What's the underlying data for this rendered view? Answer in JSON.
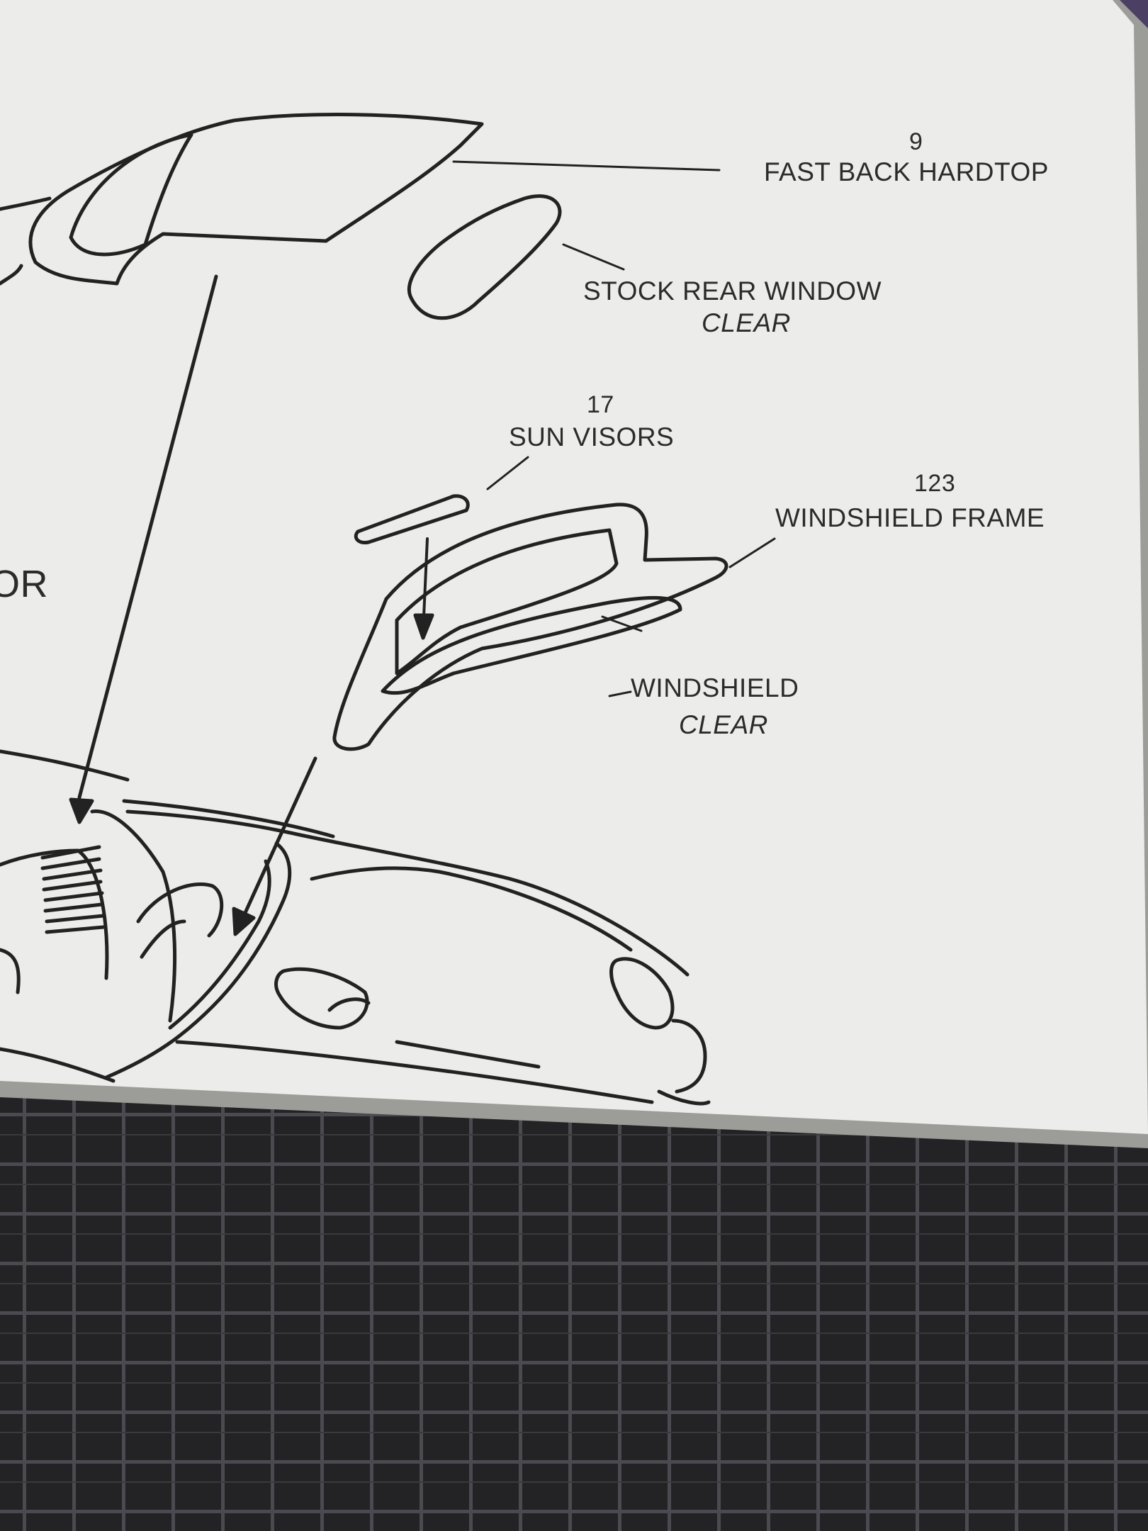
{
  "labels": {
    "hardtop": {
      "number": "9",
      "name": "FAST BACK HARDTOP"
    },
    "rear_window": {
      "name": "STOCK REAR WINDOW",
      "material": "CLEAR"
    },
    "sun_visors": {
      "number": "17",
      "name": "SUN VISORS"
    },
    "windshield_frame": {
      "number": "123",
      "name": "WINDSHIELD FRAME"
    },
    "windshield": {
      "name": "WINDSHIELD",
      "material": "CLEAR"
    },
    "cut_off": "OR"
  },
  "colors": {
    "paper": "#ececea",
    "ink": "#2b2b2b",
    "background": "#2a2a2c"
  }
}
